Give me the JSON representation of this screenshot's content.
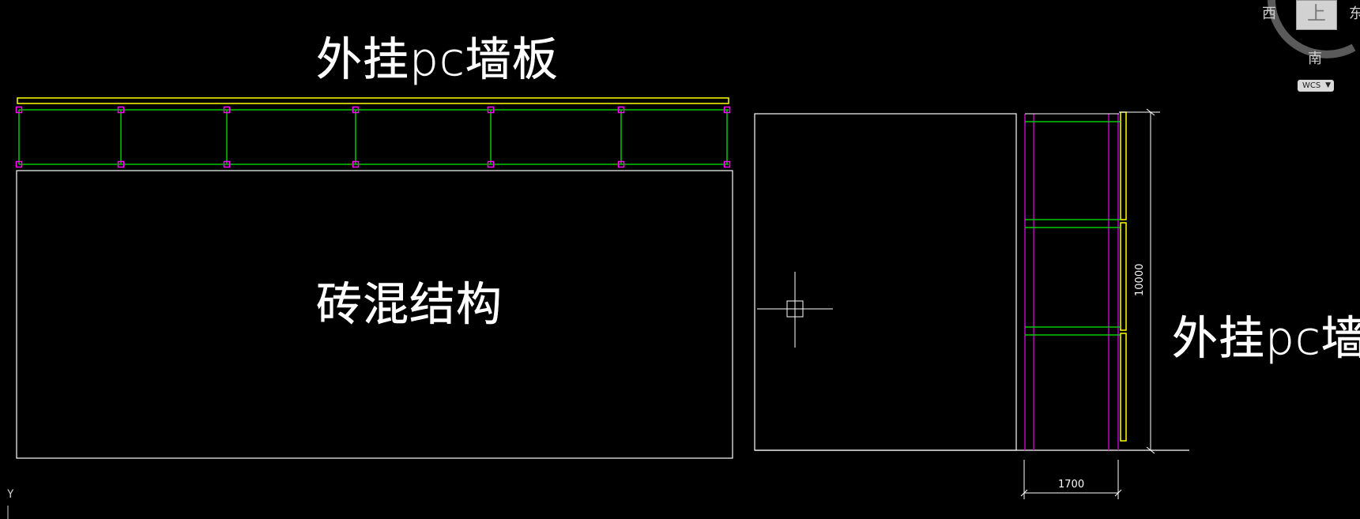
{
  "drawing": {
    "elevation_title": "外挂pc墙板",
    "masonry_label": "砖混结构",
    "section_label": "外挂pc墙板",
    "height_dimension": "10000",
    "width_dimension": "1700"
  },
  "viewcube": {
    "west": "西",
    "east": "东",
    "south": "南",
    "face": "上",
    "wcs": "WCS"
  },
  "ucs": {
    "y_label": "Y"
  },
  "colors": {
    "background": "#000000",
    "outline": "#ffffff",
    "panel": "#ffff00",
    "frame": "#00c800",
    "grip": "#ff00ff",
    "column": "#c000c0"
  }
}
